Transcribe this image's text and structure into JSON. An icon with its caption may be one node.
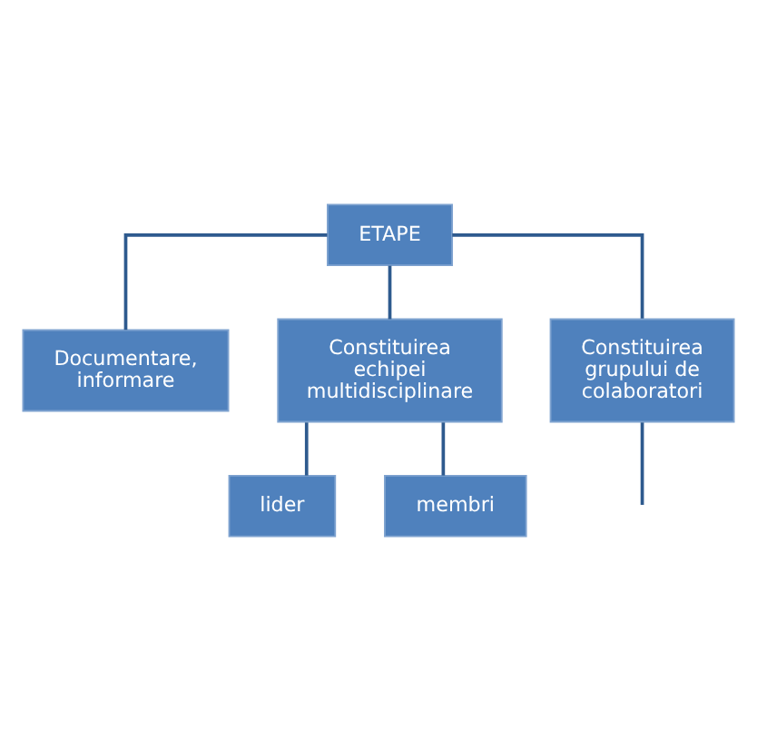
{
  "diagram": {
    "nodes": [
      {
        "text": [
          "ETAPE"
        ]
      },
      {
        "text": [
          "Documentare, informare"
        ]
      },
      {
        "text": [
          "Constituirea echipei multidisciplinare"
        ]
      },
      {
        "text": [
          "lider"
        ]
      },
      {
        "text": [
          "membri"
        ]
      },
      {
        "text": [
          "Constituirea grupului de colaboratori"
        ]
      }
    ],
    "edges": [
      {
        "from": 0,
        "to": 1,
        "arrow": "none"
      },
      {
        "from": 0,
        "to": 2,
        "arrow": "none"
      },
      {
        "from": 2,
        "to": 3,
        "arrow": "none"
      },
      {
        "from": 2,
        "to": 4,
        "arrow": "none"
      },
      {
        "from": 0,
        "to": 5,
        "arrow": "none"
      },
      {
        "from": 5,
        "to": null,
        "arrow": "none"
      }
    ]
  }
}
